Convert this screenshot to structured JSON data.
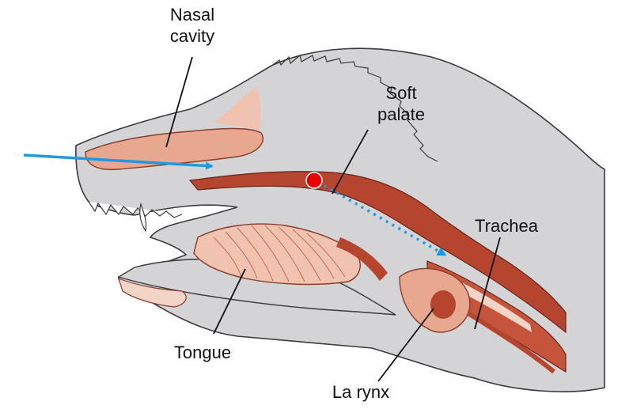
{
  "labels": {
    "nasal_cavity": [
      "Nasal",
      "cavity"
    ],
    "soft_palate": [
      "Soft",
      "palate"
    ],
    "trachea": "Trachea",
    "tongue": "Tongue",
    "larynx": "La rynx"
  },
  "colors": {
    "head_fill": "#d4d4d6",
    "outline": "#3a3a3a",
    "tissue_dark": "#b5452e",
    "tissue_light": "#e8a890",
    "tissue_pale": "#f3d5c8",
    "airflow_arrow": "#1e9be0",
    "marker_dot": "#e60000"
  }
}
